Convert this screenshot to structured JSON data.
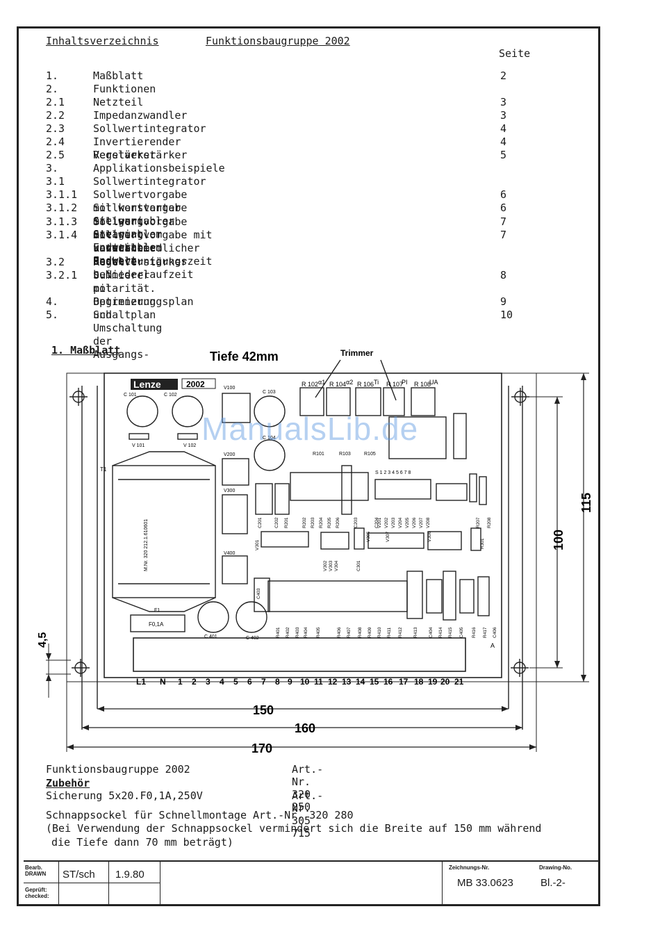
{
  "header": {
    "title": "Inhaltsverzeichnis",
    "subtitle": "Funktionsbaugruppe 2002",
    "page_col": "Seite"
  },
  "toc": [
    {
      "num": "1.",
      "title": "Maßblatt",
      "page": "2"
    },
    {
      "num": "2.",
      "title": "Funktionen",
      "page": ""
    },
    {
      "num": "2.1",
      "title": "Netzteil",
      "page": "3"
    },
    {
      "num": "2.2",
      "title": "Impedanzwandler",
      "page": "3"
    },
    {
      "num": "2.3",
      "title": "Sollwertintegrator",
      "page": "4"
    },
    {
      "num": "2.4",
      "title": "Invertierender Verstärker",
      "page": "4"
    },
    {
      "num": "2.5",
      "title": "Regelverstärker",
      "page": "5"
    },
    {
      "num": "3.",
      "title": "Applikationsbeispiele",
      "page": ""
    },
    {
      "num": "3.1",
      "title": "Sollwertintegrator",
      "page": ""
    },
    {
      "num": "3.1.1",
      "title": "Sollwertvorgabe mit konstanter Steigung u.variablem Endwert",
      "page": "6"
    },
    {
      "num": "3.1.2",
      "title": "Sollwertvorgabe mit variabler Steigung u.variablem Endwert",
      "page": "6"
    },
    {
      "num": "3.1.3",
      "title": "Sollwertvorgabe mit unterschiedlicher Hoch-u.Niederlaufzeit",
      "page": "7"
    },
    {
      "num": "3.1.4",
      "title": "Sollwertvorgabe mit konstanter Beschleunigungszeit bei",
      "page": "7"
    },
    {
      "num": "",
      "title": "variablem Endwert",
      "page": ""
    },
    {
      "num": "3.2",
      "title": "Regelverstärker",
      "page": ""
    },
    {
      "num": "3.2.1",
      "title": "Summierer mit Begrenzung und Umschaltung der Ausgangs-",
      "page": "8"
    },
    {
      "num": "",
      "title": "polarität.",
      "page": ""
    },
    {
      "num": "4.",
      "title": "Optimierungsplan",
      "page": "9"
    },
    {
      "num": "5.",
      "title": "Schaltplan",
      "page": "10"
    }
  ],
  "section": {
    "heading": "1. Maßblatt"
  },
  "drawing": {
    "depth": "Tiefe 42mm",
    "trimmer": "Trimmer",
    "brand": "Lenze",
    "model": "2002",
    "trimmer_labels": [
      "R 102",
      "α1",
      "R 104",
      "α2",
      "R 106",
      "Ti",
      "R 107",
      "PI",
      "R 108",
      "UA"
    ],
    "transformer": "T1",
    "transformer_text": "M.Nr. 320 212.1.610601",
    "fuse_label": "F1",
    "fuse_text": "F0,1A",
    "caps": [
      "C 101",
      "C 102",
      "C 103",
      "C 104",
      "C 401",
      "C 402"
    ],
    "vreg": [
      "V100",
      "V200",
      "V300",
      "V400"
    ],
    "diodes": [
      "V 101",
      "V 102"
    ],
    "resistor_row_top": [
      "R101",
      "R103",
      "R105"
    ],
    "resistor_row_mid": [
      "C201",
      "C202",
      "R201",
      "R202",
      "R203",
      "R204",
      "R205",
      "R206",
      "C203",
      "C204",
      "V201",
      "V202",
      "V203",
      "V204",
      "V205",
      "V206",
      "V207",
      "V208",
      "R207",
      "R208"
    ],
    "resistor_row_bot": [
      "R401",
      "R402",
      "R403",
      "R404",
      "R405",
      "R406",
      "R407",
      "R408",
      "R409",
      "R410",
      "R411",
      "R412",
      "R413",
      "C404",
      "R414",
      "R415",
      "C405",
      "R416",
      "R417",
      "C406"
    ],
    "switch_label": "S 1 2 3 4 5 6 7 8",
    "ic_labels": [
      "V301",
      "V302",
      "V303",
      "V304",
      "V305",
      "V306",
      "V307",
      "C301",
      "C403",
      "R301"
    ],
    "terminals": [
      "L1",
      "N",
      "1",
      "2",
      "3",
      "4",
      "5",
      "6",
      "7",
      "8",
      "9",
      "10",
      "11",
      "12",
      "13",
      "14",
      "15",
      "16",
      "17",
      "18",
      "19",
      "20",
      "21"
    ],
    "dims": {
      "d150": "150",
      "d160": "160",
      "d170": "170",
      "d100": "100",
      "d115": "115",
      "d45": "4,5"
    },
    "corner_A": "A"
  },
  "watermark": "ManualsLib.de",
  "parts": {
    "line1_name": "Funktionsbaugruppe 2002",
    "line1_art": "Art.-Nr. 320 250",
    "zubehoer": "Zubehör",
    "line2_name": "Sicherung 5x20.F0,1A,250V",
    "line2_art": "Art.-Nr. 305 715",
    "line3": "Schnappsockel für Schnellmontage Art.-Nr. 320 280",
    "line4": "(Bei Verwendung der Schnappsockel vermindert sich die Breite auf 150 mm während",
    "line5": "die Tiefe dann 70 mm beträgt)"
  },
  "title_block": {
    "bearb": "Bearb.",
    "drawn": "DRAWN",
    "drawn_by": "ST/sch",
    "date": "1.9.80",
    "geprueft": "Geprüft:",
    "checked": "checked:",
    "zeichnungs_nr_label": "Zeichnungs-Nr.",
    "drawing_no_label": "Drawing-No.",
    "drawing_no": "MB 33.0623",
    "sheet": "Bl.-2-"
  }
}
